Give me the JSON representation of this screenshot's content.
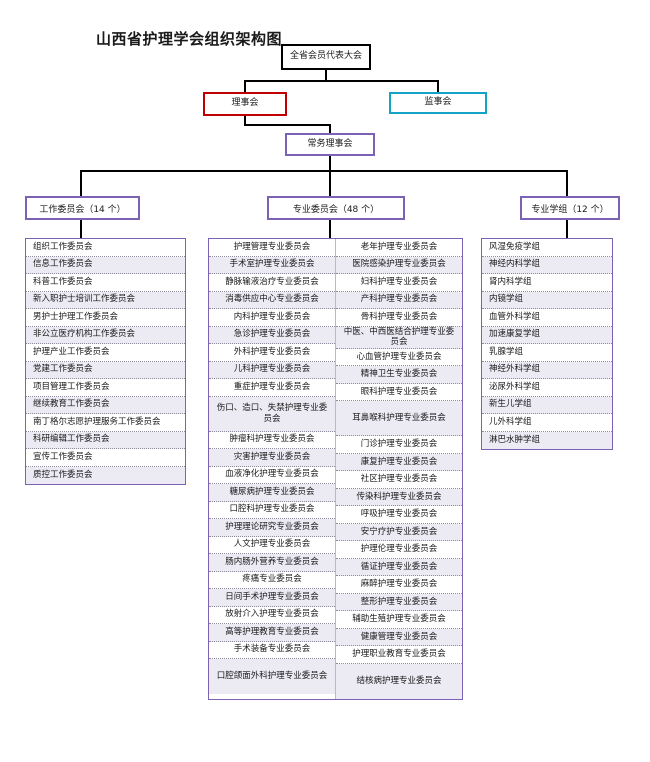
{
  "title": "山西省护理学会组织架构图",
  "colors": {
    "assembly_border": "#000000",
    "council_border": "#c00000",
    "supervisory_border": "#14a3c7",
    "standing_border": "#7b62b5",
    "section_border": "#7b62b5",
    "row_alt_bg": "#eceaf3"
  },
  "hierarchy": {
    "assembly": "全省会员代表大会",
    "council": "理事会",
    "supervisory": "监事会",
    "standing_council": "常务理事会"
  },
  "sections": {
    "work": {
      "header": "工作委员会（14 个）",
      "count": 14,
      "items": [
        "组织工作委员会",
        "信息工作委员会",
        "科普工作委员会",
        "新入职护士培训工作委员会",
        "男护士护理工作委员会",
        "非公立医疗机构工作委员会",
        "护理产业工作委员会",
        "党建工作委员会",
        "项目管理工作委员会",
        "继续教育工作委员会",
        "南丁格尔志愿护理服务工作委员会",
        "科研编辑工作委员会",
        "宣传工作委员会",
        "质控工作委员会"
      ]
    },
    "professional": {
      "header": "专业委员会（48 个）",
      "count": 48,
      "column_left": [
        "护理管理专业委员会",
        "手术室护理专业委员会",
        "静脉输液治疗专业委员会",
        "消毒供应中心专业委员会",
        "内科护理专业委员会",
        "急诊护理专业委员会",
        "外科护理专业委员会",
        "儿科护理专业委员会",
        "重症护理专业委员会",
        "伤口、造口、失禁护理专业委员会",
        "肿瘤科护理专业委员会",
        "灾害护理专业委员会",
        "血液净化护理专业委员会",
        "糖尿病护理专业委员会",
        "口腔科护理专业委员会",
        "护理理论研究专业委员会",
        "人文护理专业委员会",
        "肠内肠外营养专业委员会",
        "疼痛专业委员会",
        "日间手术护理专业委员会",
        "放射介入护理专业委员会",
        "高等护理教育专业委员会",
        "手术装备专业委员会",
        "口腔颌面外科护理专业委员会"
      ],
      "column_right": [
        "老年护理专业委员会",
        "医院感染护理专业委员会",
        "妇科护理专业委员会",
        "产科护理专业委员会",
        "骨科护理专业委员会",
        "中医、中西医结合护理专业委员会",
        "心血管护理专业委员会",
        "精神卫生专业委员会",
        "眼科护理专业委员会",
        "耳鼻喉科护理专业委员会",
        "门诊护理专业委员会",
        "康复护理专业委员会",
        "社区护理专业委员会",
        "传染科护理专业委员会",
        "呼吸护理专业委员会",
        "安宁疗护专业委员会",
        "护理伦理专业委员会",
        "循证护理专业委员会",
        "麻醉护理专业委员会",
        "整形护理专业委员会",
        "辅助生殖护理专业委员会",
        "健康管理专业委员会",
        "护理职业教育专业委员会",
        "结核病护理专业委员会"
      ]
    },
    "groups": {
      "header": "专业学组（12 个）",
      "count": 12,
      "items": [
        "风湿免疫学组",
        "神经内科学组",
        "肾内科学组",
        "内镜学组",
        "血管外科学组",
        "加速康复学组",
        "乳腺学组",
        "神经外科学组",
        "泌尿外科学组",
        "新生儿学组",
        "儿外科学组",
        "淋巴水肿学组"
      ]
    }
  }
}
